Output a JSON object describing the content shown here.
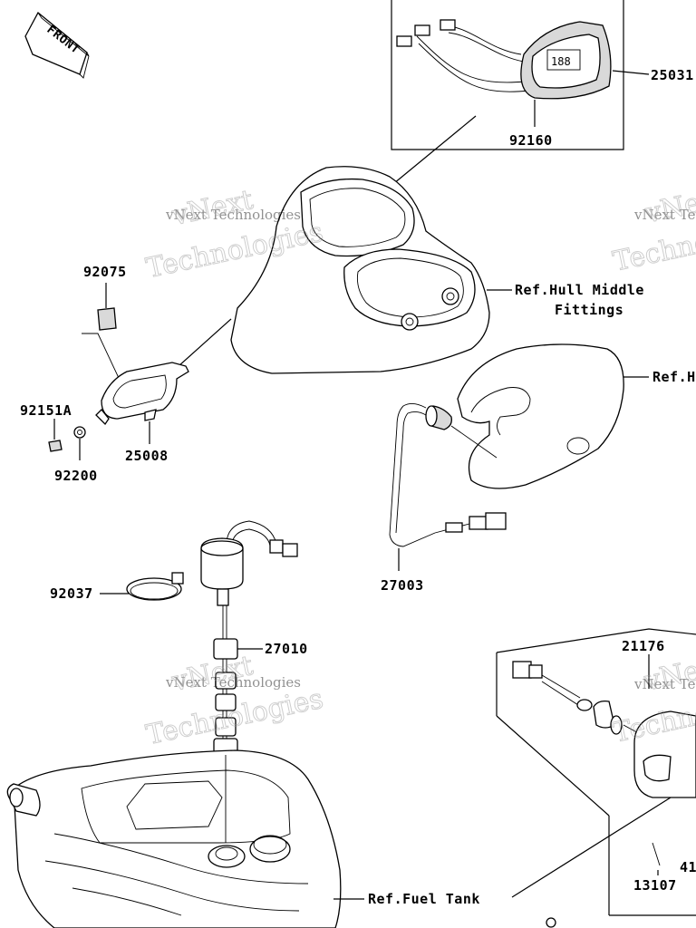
{
  "front_badge": "FRONT",
  "watermark": {
    "line1": "vNext Technologies",
    "line2": "vNext",
    "line3": "Technologies"
  },
  "labels": {
    "p25031": "25031",
    "p92160": "92160",
    "p92075": "92075",
    "p92151A": "92151A",
    "p25008": "25008",
    "p92200": "92200",
    "ref_hull_line1": "Ref.Hull Middle",
    "ref_hull_line2": "Fittings",
    "ref_h": "Ref.H",
    "p27003": "27003",
    "p92037": "92037",
    "p27010": "27010",
    "p21176": "21176",
    "ref_fuel_tank": "Ref.Fuel Tank",
    "p13107": "13107",
    "p41": "41"
  },
  "colors": {
    "line": "#000000",
    "watermark_outline": "#999999",
    "part_fill": "#d9d9d9"
  }
}
